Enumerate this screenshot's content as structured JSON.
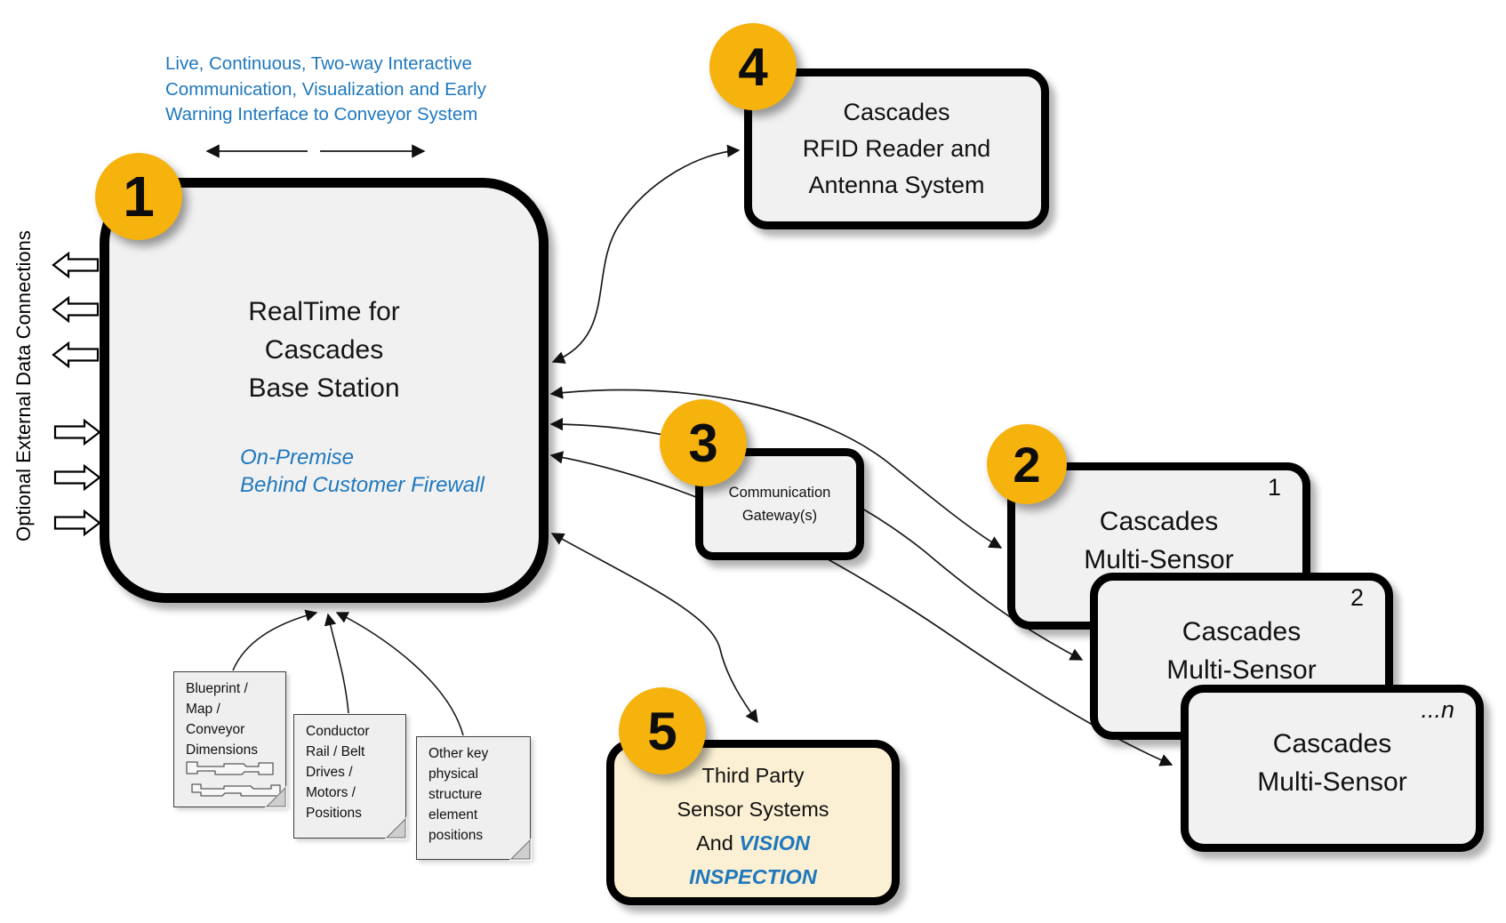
{
  "caption": {
    "lines": [
      "Live, Continuous, Two-way Interactive",
      "Communication, Visualization and Early",
      "Warning Interface to Conveyor System"
    ]
  },
  "side_label": "Optional External Data Connections",
  "base_station": {
    "badge": "1",
    "title_lines": [
      "RealTime for",
      "Cascades",
      "Base Station"
    ],
    "note_line1": "On-Premise",
    "note_line2": "Behind Customer Firewall"
  },
  "rfid": {
    "badge": "4",
    "lines": [
      "Cascades",
      "RFID Reader and",
      "Antenna System"
    ]
  },
  "gateway": {
    "badge": "3",
    "lines": [
      "Communication",
      "Gateway(s)"
    ]
  },
  "sensors": {
    "badge": "2",
    "title_line1": "Cascades",
    "title_line2": "Multi-Sensor",
    "instances": [
      {
        "corner": "1"
      },
      {
        "corner": "2"
      },
      {
        "corner": "...n"
      }
    ]
  },
  "third_party": {
    "badge": "5",
    "line1": "Third Party",
    "line2": "Sensor Systems",
    "line3_plain": "And ",
    "line3_accent": "VISION",
    "line4_accent": "INSPECTION"
  },
  "notes": [
    {
      "lines": [
        "Blueprint /",
        "Map /",
        "Conveyor",
        "Dimensions"
      ]
    },
    {
      "lines": [
        "Conductor",
        "Rail / Belt",
        "Drives /",
        "Motors /",
        "Positions"
      ]
    },
    {
      "lines": [
        "Other key",
        "physical",
        "structure",
        "element",
        "positions"
      ]
    }
  ],
  "colors": {
    "accent_blue": "#1F78BE",
    "badge_yellow": "#F6B20D",
    "box_fill_gray": "#F1F1F1",
    "third_party_fill": "#FBF0D3",
    "border_black": "#000000"
  }
}
